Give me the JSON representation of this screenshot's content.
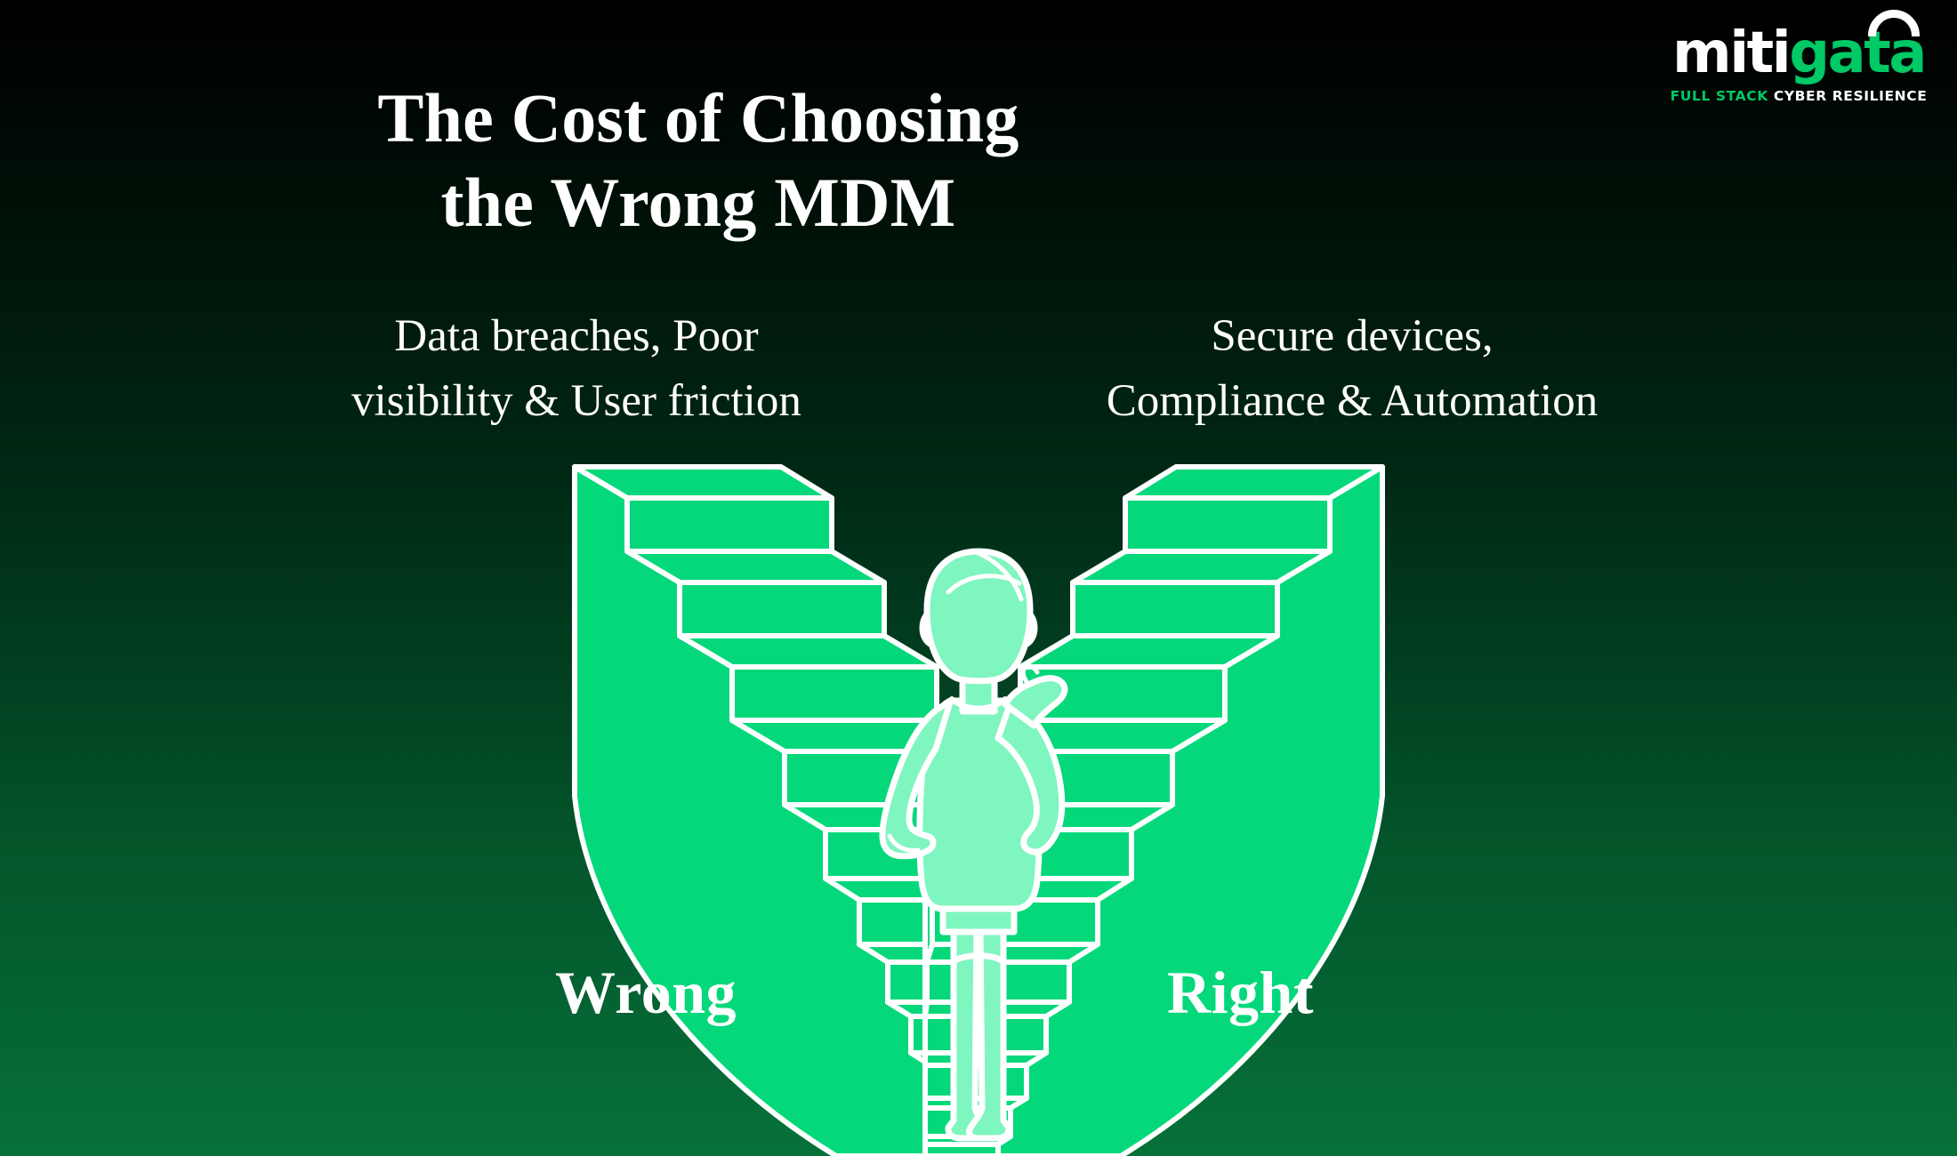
{
  "brand": {
    "logo_word_part1": "miti",
    "logo_word_part2": "gata",
    "tagline_part1": "FULL STACK ",
    "tagline_part2": "CYBER RESILIENCE",
    "accent_green": "#00C965",
    "white": "#FFFFFF"
  },
  "headline": {
    "line1": "The Cost of Choosing",
    "line2": "the Wrong MDM"
  },
  "captions": {
    "left": {
      "line1": "Data breaches, Poor",
      "line2": "visibility & User friction"
    },
    "right": {
      "line1": "Secure devices,",
      "line2": "Compliance & Automation"
    }
  },
  "verdicts": {
    "left_label": "Wrong",
    "right_label": "Right"
  },
  "illustration": {
    "name": "diverging-staircase-with-person",
    "stair_fill": "#05D87B",
    "stair_outline": "#FFFFFF",
    "person_fill": "#7FF5C0",
    "person_outline": "#FFFFFF",
    "steps_per_side": 11
  },
  "background": {
    "gradient_top": "#000000",
    "gradient_bottom": "#067139"
  }
}
